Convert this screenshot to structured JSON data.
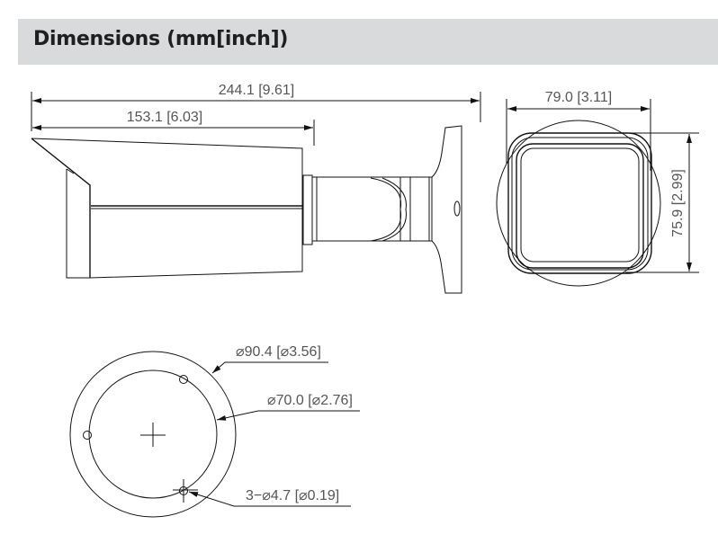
{
  "header": {
    "title": "Dimensions (mm[inch])"
  },
  "side_view": {
    "overall_length": "244.1  [9.61]",
    "body_length": "153.1  [6.03]"
  },
  "front_view": {
    "width": "79.0  [3.11]",
    "height": "75.9  [2.99]"
  },
  "base_view": {
    "outer_diameter": "⌀90.4  [⌀3.56]",
    "hole_circle_diameter": "⌀70.0  [⌀2.76]",
    "mounting_holes": "3−⌀4.7  [⌀0.19]"
  }
}
